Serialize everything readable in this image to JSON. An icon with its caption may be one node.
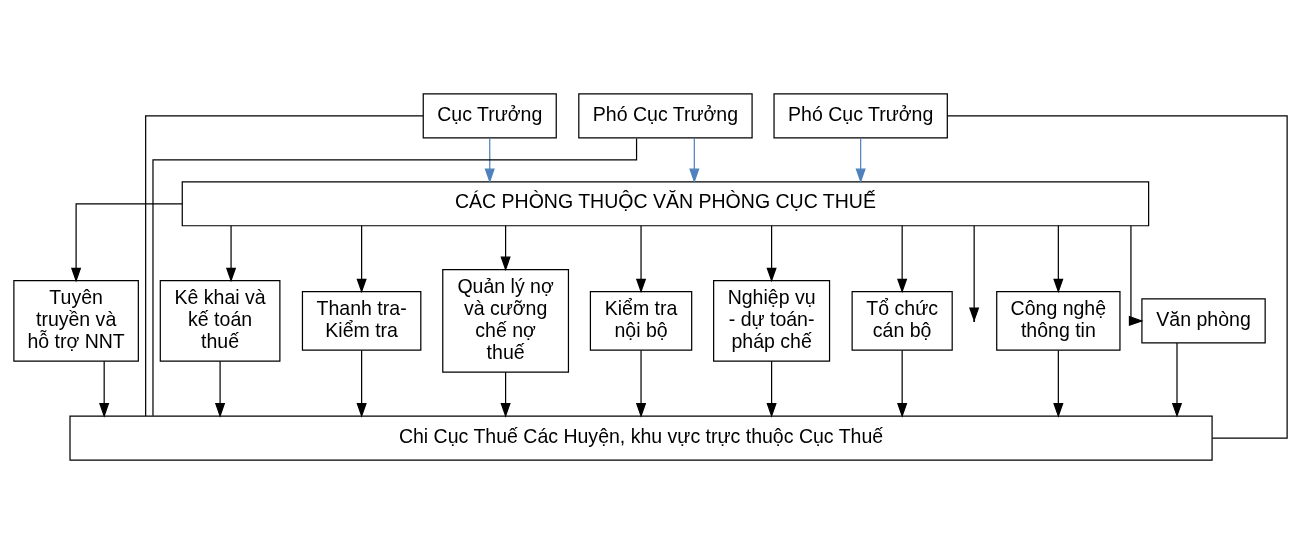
{
  "diagram": {
    "nodes": [
      {
        "text": [
          "Cục Trưởng"
        ]
      },
      {
        "text": [
          "Phó Cục Trưởng"
        ]
      },
      {
        "text": [
          "Phó Cục Trưởng"
        ]
      },
      {
        "text": [
          "CÁC PHÒNG THUỘC VĂN PHÒNG CỤC THUẾ"
        ]
      },
      {
        "text": [
          "Tuyên truyền và hỗ trợ NNT"
        ]
      },
      {
        "text": [
          "Kê khai và  kế toán thuế"
        ]
      },
      {
        "text": [
          "Thanh tra-Kiểm tra"
        ]
      },
      {
        "text": [
          "Quản lý nợ và cưỡng chế nợ thuế"
        ]
      },
      {
        "text": [
          "Kiểm tra nội bộ"
        ]
      },
      {
        "text": [
          "Nghiệp vụ - dự toán-pháp chế"
        ]
      },
      {
        "text": [
          "Tổ chức cán bộ"
        ]
      },
      {
        "text": [
          "Công nghệ thông tin"
        ]
      },
      {
        "text": [
          "Văn phòng"
        ]
      },
      {
        "text": [
          "Chi Cục Thuế Các Huyện, khu vực trực thuộc Cục Thuế"
        ]
      }
    ],
    "edges": [
      {
        "from": 0,
        "to": 3,
        "arrow": "to",
        "color": "#4f81bd"
      },
      {
        "from": 1,
        "to": 3,
        "arrow": "to",
        "color": "#4f81bd"
      },
      {
        "from": 2,
        "to": 3,
        "arrow": "to",
        "color": "#4f81bd"
      },
      {
        "from": 0,
        "to": 13,
        "arrow": "none"
      },
      {
        "from": 1,
        "to": 13,
        "arrow": "none"
      },
      {
        "from": 2,
        "to": 13,
        "arrow": "none"
      },
      {
        "from": 3,
        "to": 4,
        "arrow": "to"
      },
      {
        "from": 3,
        "to": 5,
        "arrow": "to"
      },
      {
        "from": 3,
        "to": 6,
        "arrow": "to"
      },
      {
        "from": 3,
        "to": 7,
        "arrow": "to"
      },
      {
        "from": 3,
        "to": 8,
        "arrow": "to"
      },
      {
        "from": 3,
        "to": 9,
        "arrow": "to"
      },
      {
        "from": 3,
        "to": 10,
        "arrow": "to"
      },
      {
        "from": 3,
        "to": null,
        "arrow": "to"
      },
      {
        "from": 3,
        "to": 11,
        "arrow": "to"
      },
      {
        "from": 3,
        "to": 12,
        "arrow": "to"
      },
      {
        "from": 4,
        "to": 13,
        "arrow": "to"
      },
      {
        "from": 5,
        "to": 13,
        "arrow": "to"
      },
      {
        "from": 6,
        "to": 13,
        "arrow": "to"
      },
      {
        "from": 7,
        "to": 13,
        "arrow": "to"
      },
      {
        "from": 8,
        "to": 13,
        "arrow": "to"
      },
      {
        "from": 9,
        "to": 13,
        "arrow": "to"
      },
      {
        "from": 10,
        "to": 13,
        "arrow": "to"
      },
      {
        "from": 11,
        "to": 13,
        "arrow": "to"
      },
      {
        "from": 12,
        "to": 13,
        "arrow": "to"
      }
    ]
  }
}
